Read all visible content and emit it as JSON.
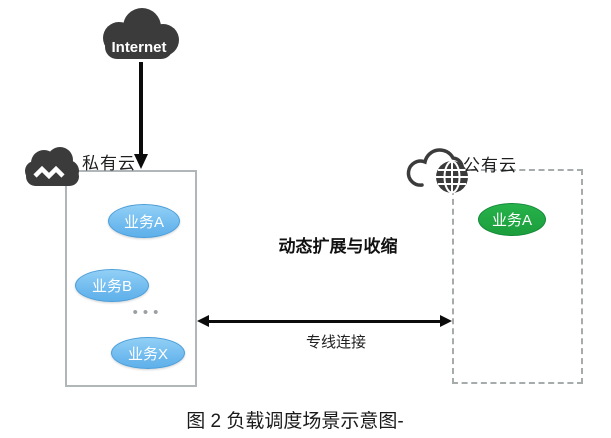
{
  "internet": {
    "label": "Internet"
  },
  "private_cloud": {
    "label": "私有云",
    "services": [
      {
        "id": "A",
        "label": "业务A"
      },
      {
        "id": "B",
        "label": "业务B"
      },
      {
        "id": "X",
        "label": "业务X"
      }
    ],
    "more_indicator": "•••"
  },
  "public_cloud": {
    "label": "公有云",
    "services": [
      {
        "id": "A",
        "label": "业务A"
      }
    ]
  },
  "connections": {
    "dynamic_scaling_label": "动态扩展与收缩",
    "dedicated_line_label": "专线连接"
  },
  "caption": "图 2 负载调度场景示意图-",
  "colors": {
    "icon_dark": "#3b3b3b",
    "private_service_fill": "#6db9ee",
    "private_service_border": "#4c9ed9",
    "public_service_fill": "#1fa23f",
    "public_service_border": "#14893a",
    "private_box_border": "#b1b7b9",
    "public_box_border": "#a6abac",
    "arrow_color": "#0b0b0b"
  }
}
